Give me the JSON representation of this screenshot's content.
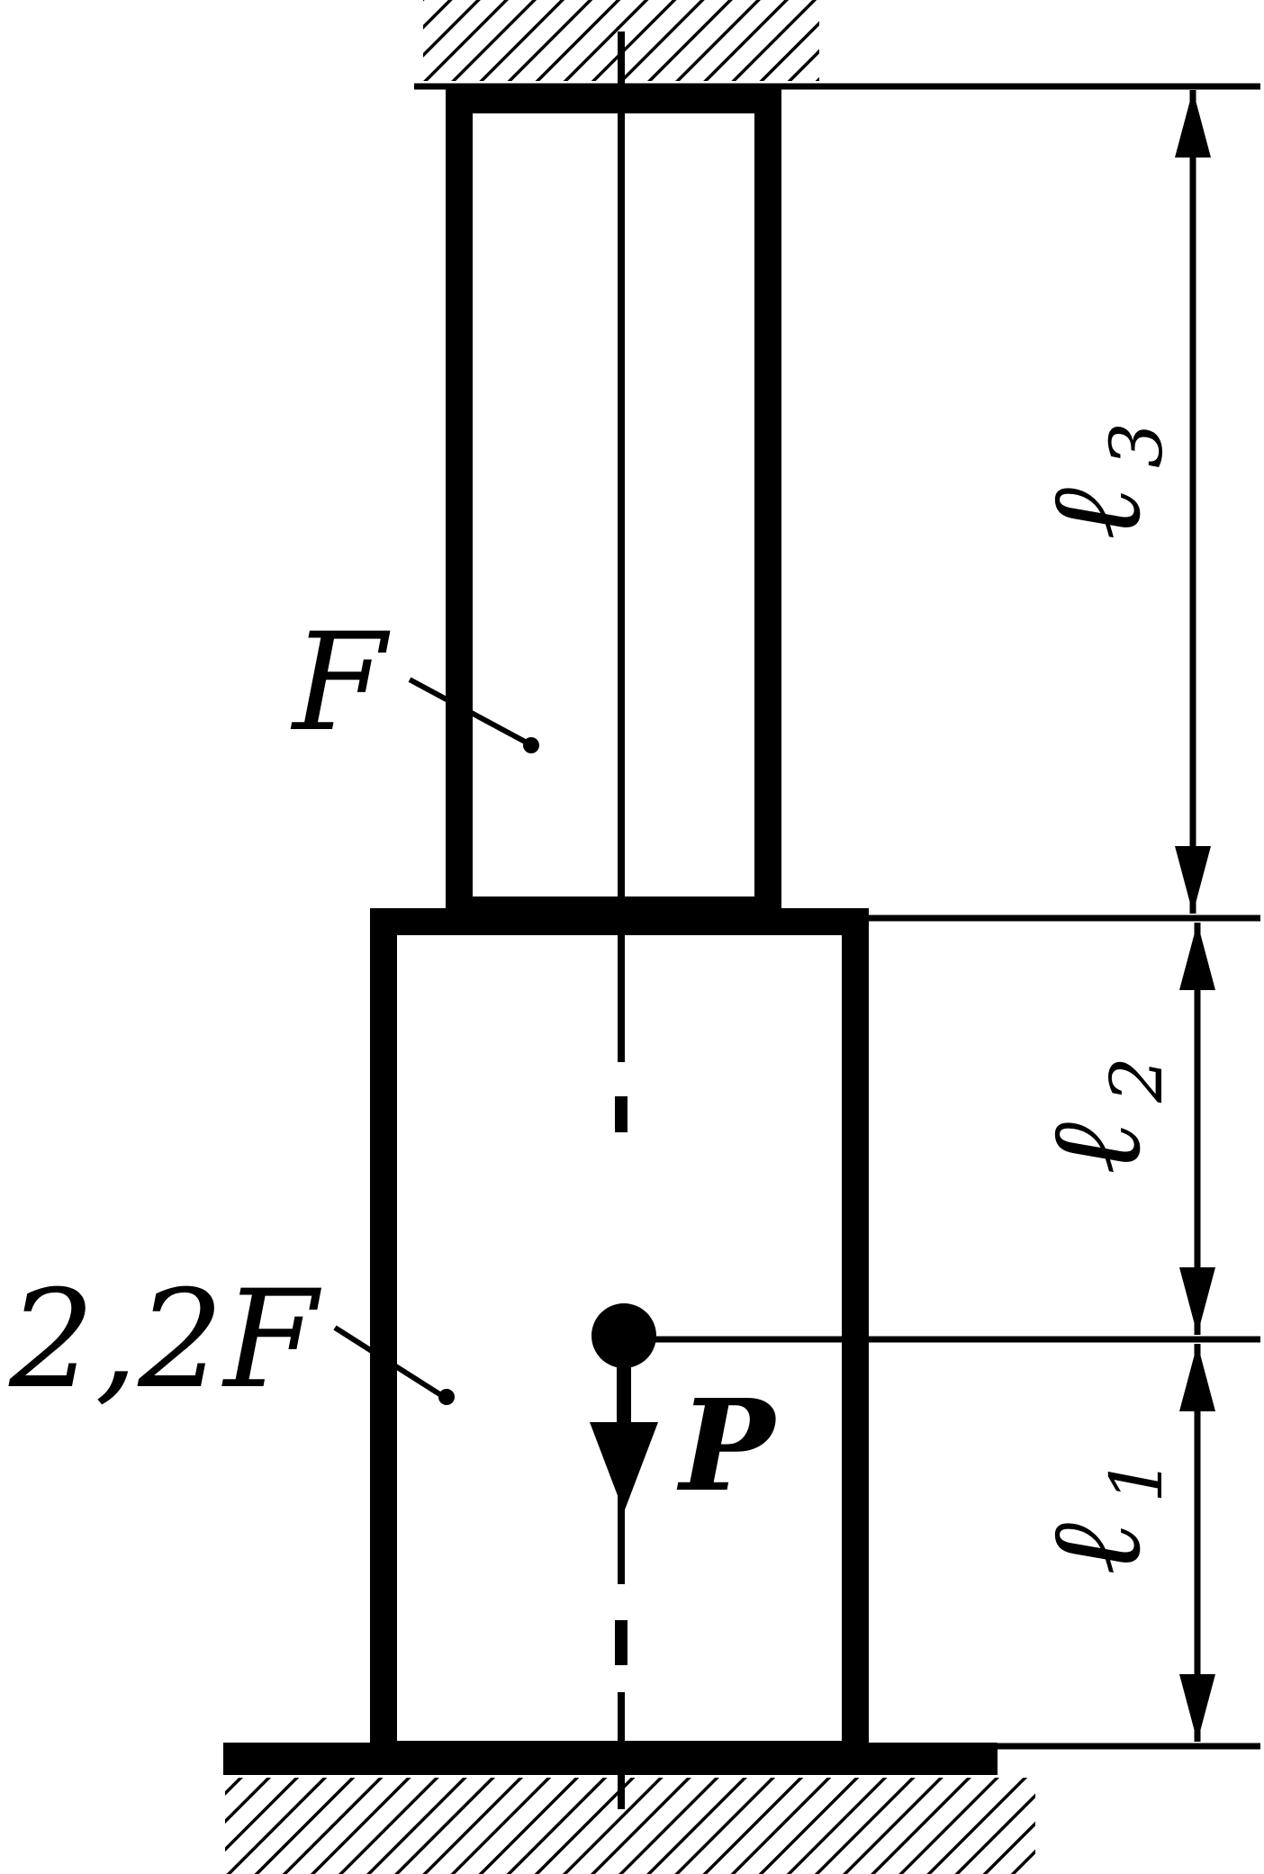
{
  "labels": {
    "upper_area": "F",
    "lower_area": "2,2F",
    "force": "P",
    "l_symbol": "ℓ",
    "seg1_sub": "1",
    "seg2_sub": "2",
    "seg3_sub": "3"
  },
  "colors": {
    "ink": "#000000",
    "paper": "#ffffff"
  }
}
